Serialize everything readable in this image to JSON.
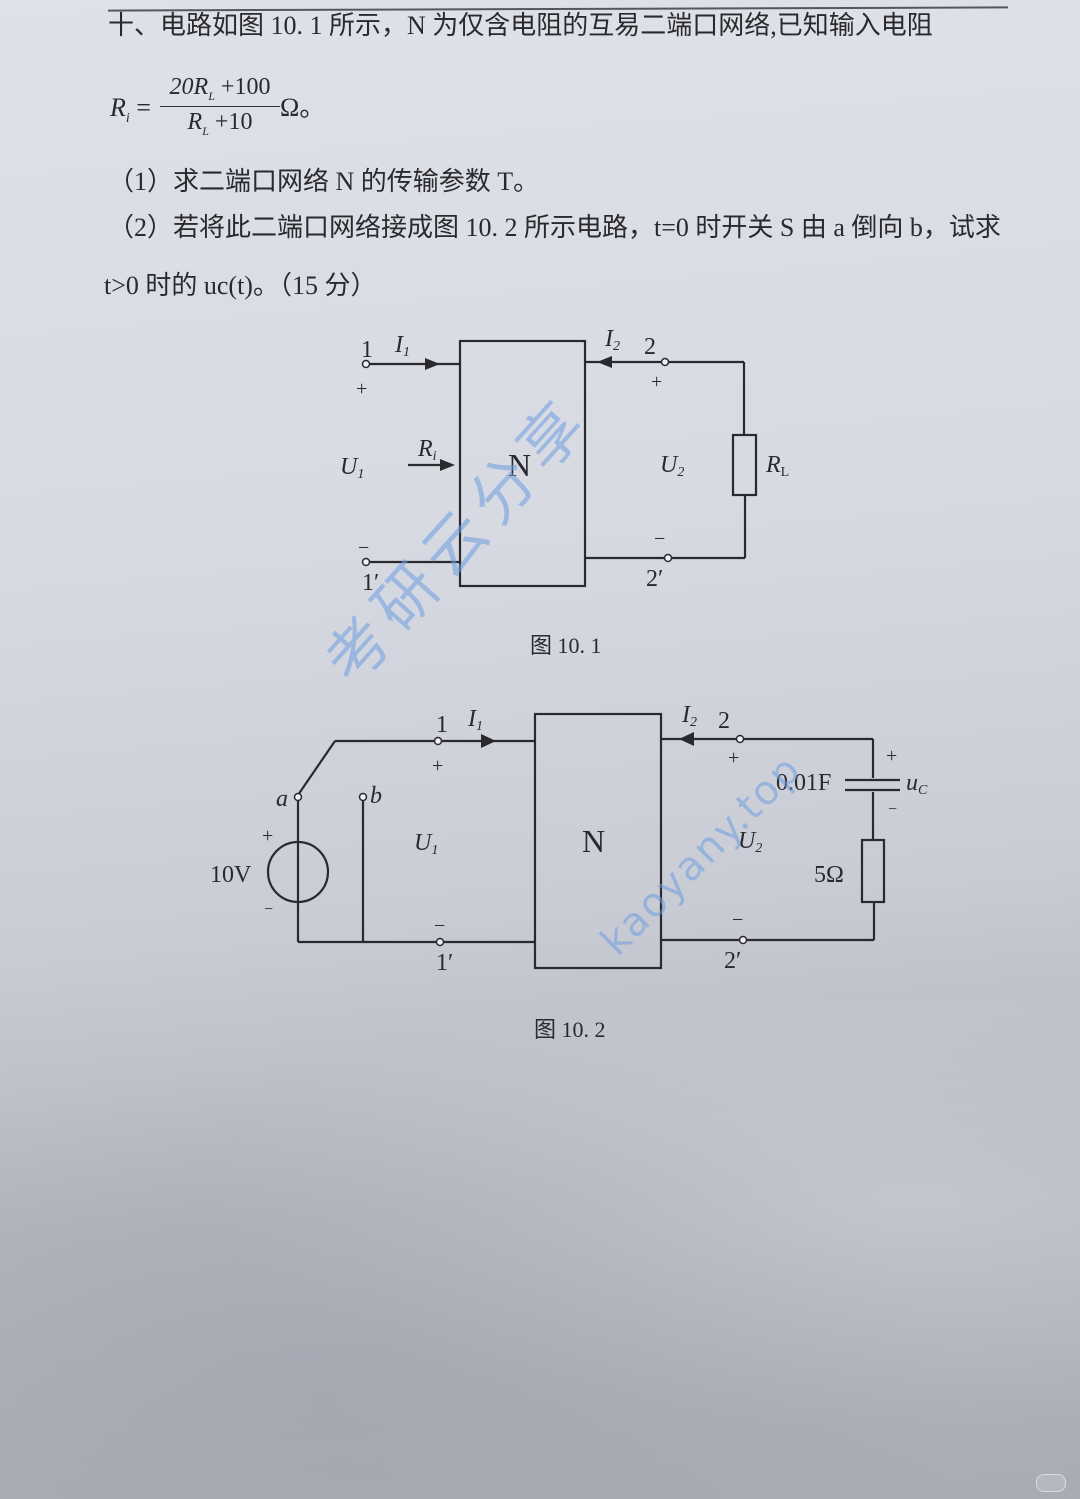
{
  "problem": {
    "number": "十、",
    "intro": "电路如图 10. 1 所示，N 为仅含电阻的互易二端口网络,已知输入电阻",
    "formula": {
      "lhs": "R",
      "lhs_sub": "i",
      "eq": "=",
      "numerator": "20R",
      "numerator_sub": "L",
      "numerator_tail": " +100",
      "denominator": "R",
      "denominator_sub": "L",
      "denominator_tail": " +10",
      "unit": "Ω。"
    },
    "part1": "（1）求二端口网络 N 的传输参数 T。",
    "part2_line1": "（2）若将此二端口网络接成图 10. 2 所示电路，t=0 时开关 S 由 a 倒向 b，试求",
    "part2_line2": "t>0 时的 uc(t)。（15 分）"
  },
  "figure1": {
    "caption": "图 10. 1",
    "labels": {
      "port1": "1",
      "port1p": "1′",
      "port2": "2",
      "port2p": "2′",
      "I1": "I",
      "I1_sub": "1",
      "I2": "I",
      "I2_sub": "2",
      "U1": "U",
      "U1_sub": "1",
      "U2": "U",
      "U2_sub": "2",
      "Ri": "R",
      "Ri_sub": "i",
      "N": "N",
      "RL": "R",
      "RL_sub": "L",
      "plus": "+",
      "minus": "−"
    }
  },
  "figure2": {
    "caption": "图 10. 2",
    "labels": {
      "port1": "1",
      "port1p": "1′",
      "port2": "2",
      "port2p": "2′",
      "I1": "I",
      "I1_sub": "1",
      "I2": "I",
      "I2_sub": "2",
      "U1": "U",
      "U1_sub": "1",
      "U2": "U",
      "U2_sub": "2",
      "N": "N",
      "a": "a",
      "b": "b",
      "source": "10V",
      "capacitor": "0.01F",
      "resistor": "5Ω",
      "uc": "u",
      "uc_sub": "C",
      "plus": "+",
      "minus": "−"
    }
  },
  "watermark": {
    "cn": "考研云分享",
    "url": "kaoyany.top"
  }
}
